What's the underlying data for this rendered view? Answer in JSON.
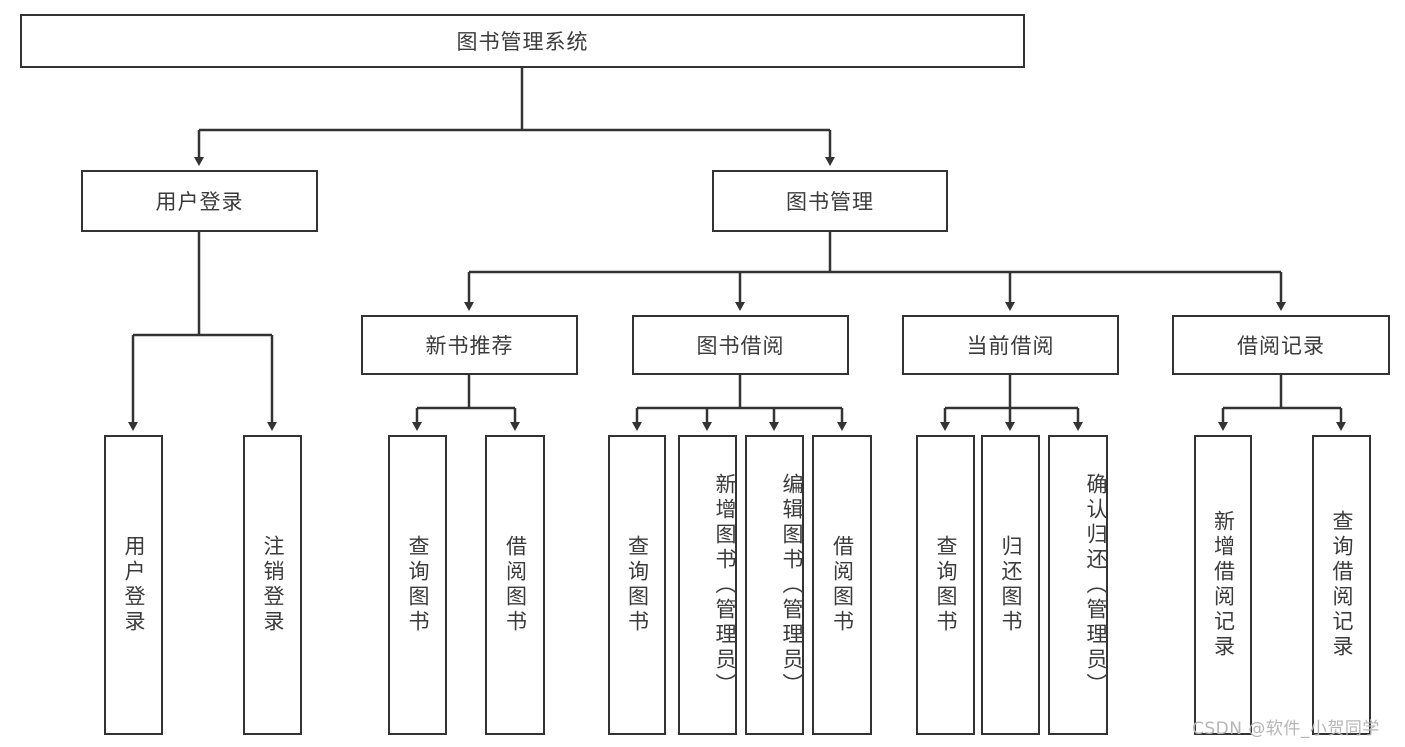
{
  "diagram": {
    "type": "tree",
    "title": "图书管理系统",
    "root": {
      "label": "图书管理系统"
    },
    "level2": [
      {
        "label": "用户登录"
      },
      {
        "label": "图书管理"
      }
    ],
    "level3": [
      {
        "label": "新书推荐"
      },
      {
        "label": "图书借阅"
      },
      {
        "label": "当前借阅"
      },
      {
        "label": "借阅记录"
      }
    ],
    "leaves": {
      "user_login": [
        {
          "label": "用户登录"
        },
        {
          "label": "注销登录"
        }
      ],
      "new_book_recommend": [
        {
          "label": "查询图书"
        },
        {
          "label": "借阅图书"
        }
      ],
      "book_borrow": [
        {
          "label": "查询图书"
        },
        {
          "label": "新增图书（管理员）"
        },
        {
          "label": "编辑图书（管理员）"
        },
        {
          "label": "借阅图书"
        }
      ],
      "current_borrow": [
        {
          "label": "查询图书"
        },
        {
          "label": "归还图书"
        },
        {
          "label": "确认归还（管理员）"
        }
      ],
      "borrow_record": [
        {
          "label": "新增借阅记录"
        },
        {
          "label": "查询借阅记录"
        }
      ]
    }
  },
  "watermark": {
    "text": "CSDN @软件_小贺同学"
  },
  "colors": {
    "stroke": "#333333",
    "text": "#3b3b3b",
    "background": "#ffffff",
    "watermark": "#b6b6b6"
  }
}
